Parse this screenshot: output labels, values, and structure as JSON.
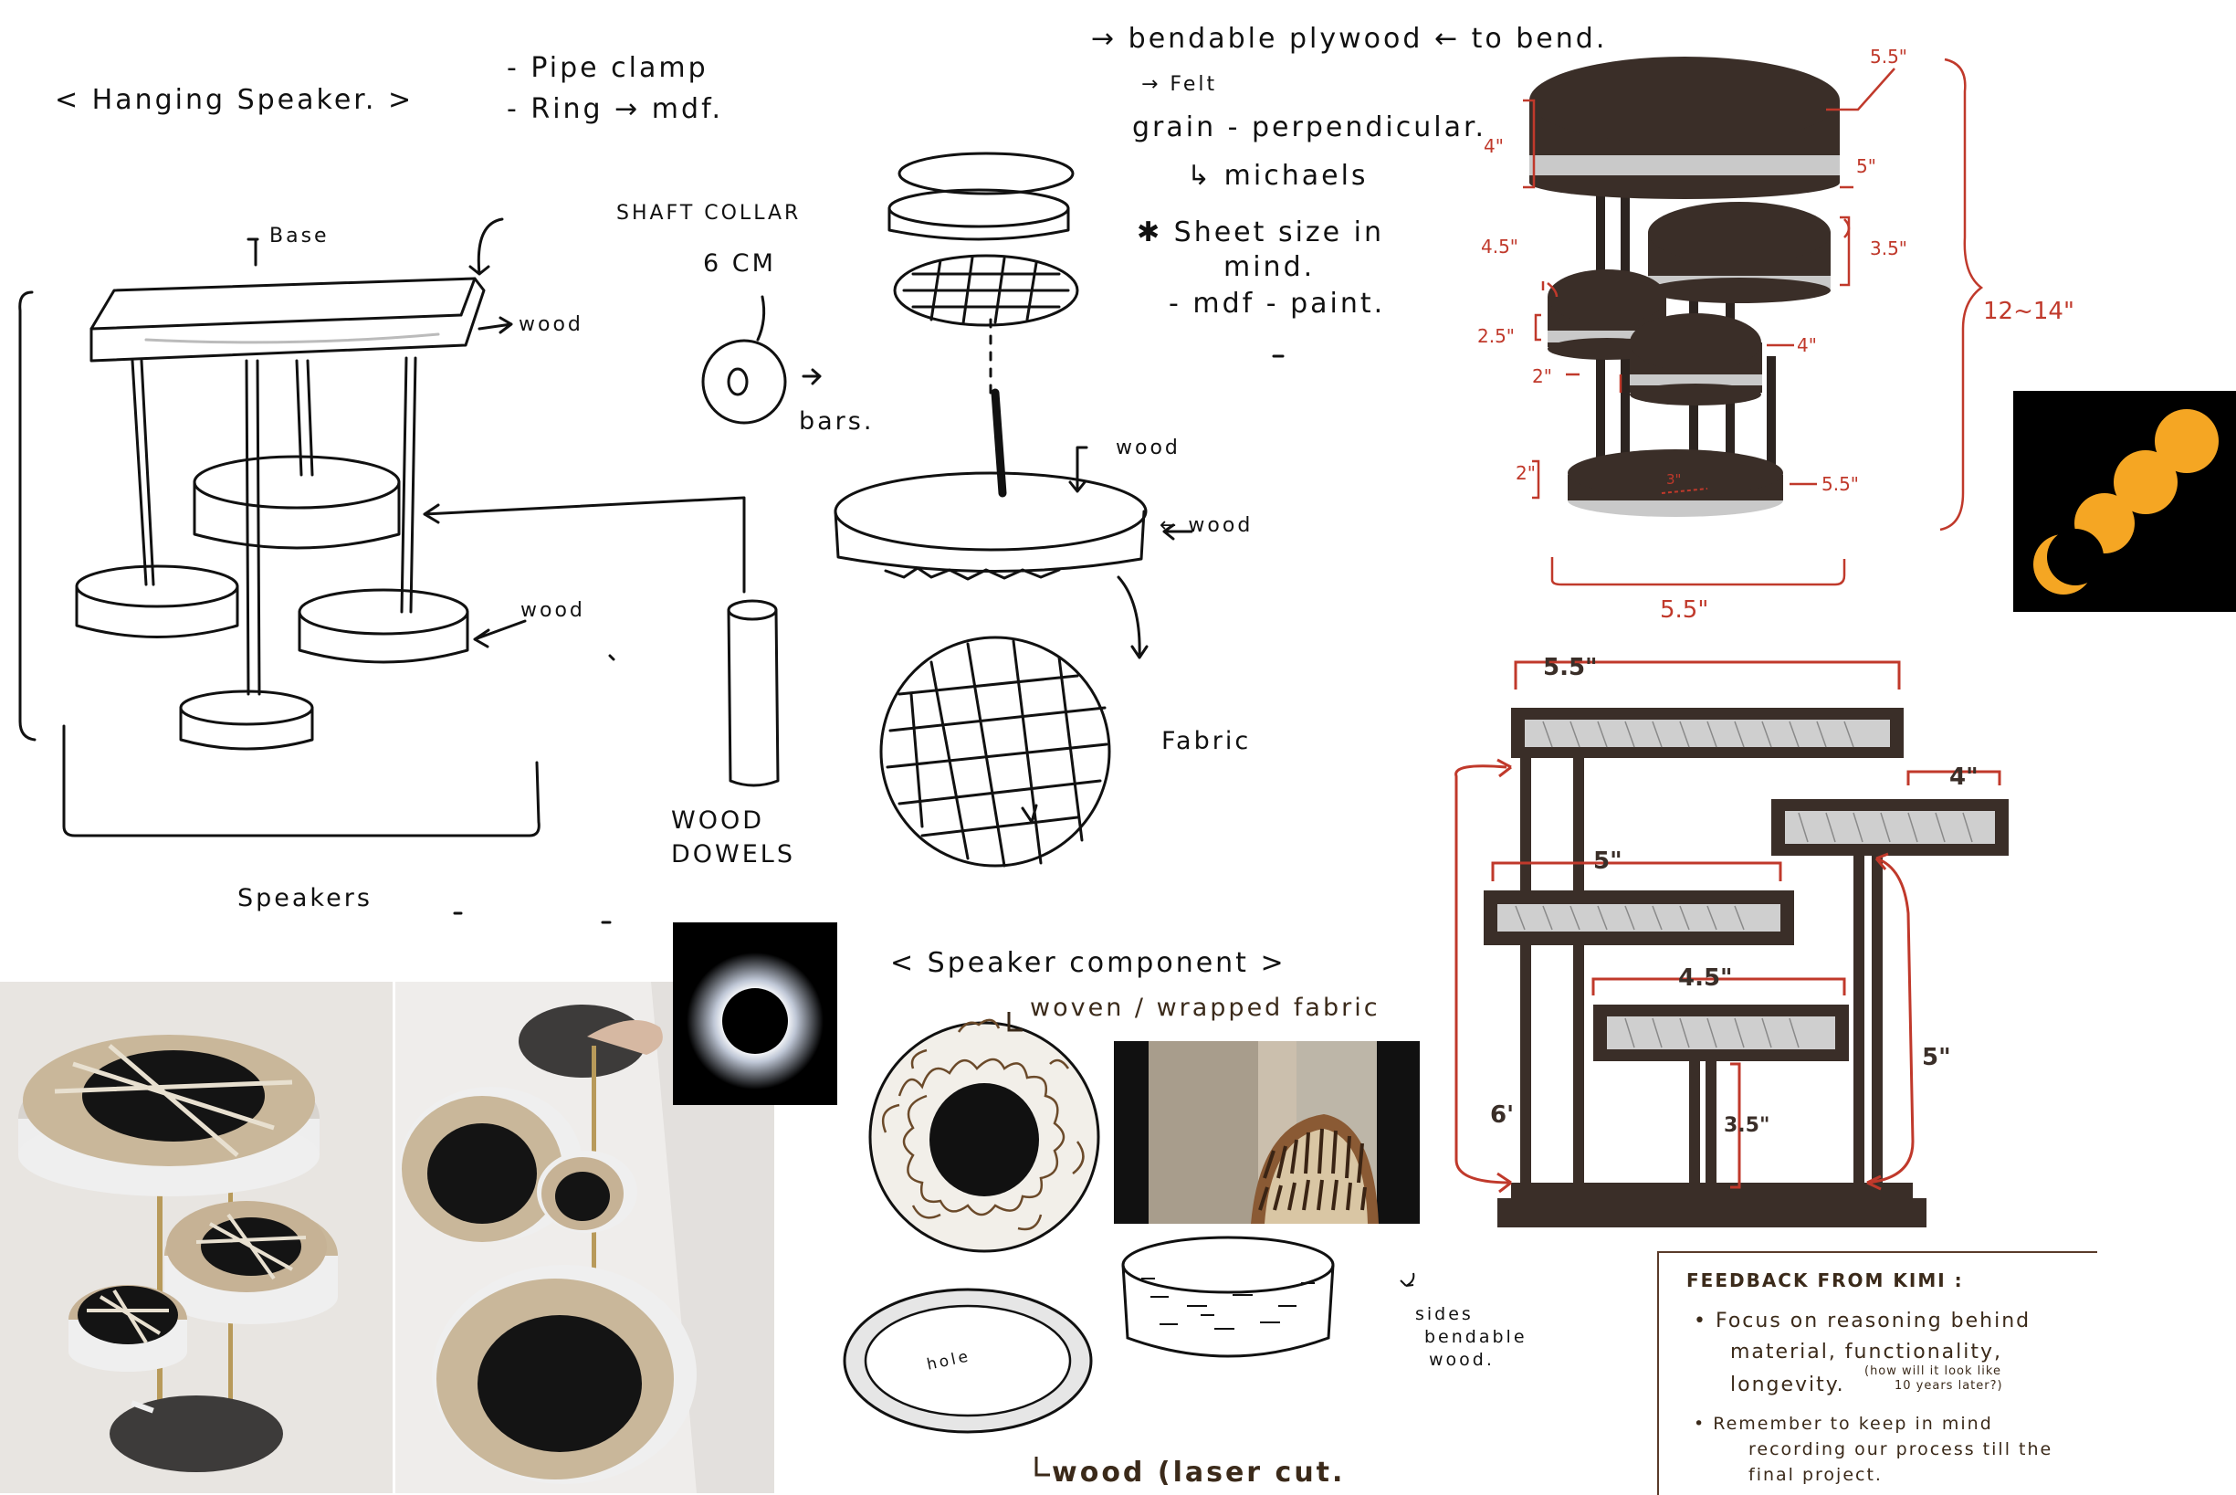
{
  "sketch_left": {
    "title": "< Hanging Speaker. >",
    "note_pipe": "- Pipe clamp",
    "note_ring": "- Ring → mdf.",
    "label_base": "Base",
    "label_shaft": "SHAFT COLLAR",
    "label_wood_top": "wood",
    "label_wood_side": "wood",
    "label_6cm": "6 CM",
    "label_bars": "bars.",
    "label_dowels_1": "WOOD",
    "label_dowels_2": "DOWELS",
    "label_speakers": "Speakers"
  },
  "sketch_middle": {
    "note_plywood": "→ bendable plywood ← to bend.",
    "note_felt": "→ Felt",
    "note_grain": "grain - perpendicular.",
    "note_michaels": "↳ michaels",
    "note_sheet_1": "✱ Sheet size in",
    "note_sheet_2": "mind.",
    "note_mdf": "- mdf - paint.",
    "label_wood_top": "wood",
    "label_wood_side": "← wood",
    "label_fabric": "Fabric"
  },
  "render_3d": {
    "dims": [
      "5.5\"",
      "4\"",
      "5\"",
      "3.5\"",
      "4.5\"",
      "2.5\"",
      "4\"",
      "2\"",
      "2\"",
      "5.5\"",
      "3\"",
      "12~14\"",
      "5.5\""
    ]
  },
  "elevation": {
    "dim_top": "5.5\"",
    "dim_right_top": "4\"",
    "dim_mid": "5\"",
    "dim_low": "4.5\"",
    "dim_left": "6'",
    "dim_right": "5\"",
    "dim_bottom": "3.5\""
  },
  "speaker_component": {
    "title": "< Speaker component >",
    "label_woven": "woven / wrapped fabric",
    "label_hole": "hole",
    "label_laser": "wood (laser cut.",
    "label_sides_1": "sides",
    "label_sides_2": "bendable",
    "label_sides_3": "wood."
  },
  "feedback": {
    "heading": "FEEDBACK FROM KIMI :",
    "b1_l1": "• Focus on reasoning behind",
    "b1_l2": "material, functionality,",
    "b1_l3": "longevity.",
    "b1_small_1": "(how will it look like",
    "b1_small_2": "10 years later?)",
    "b2_l1": "• Remember to keep in mind",
    "b2_l2": "recording our process till the",
    "b2_l3": "final project."
  },
  "colors": {
    "ink": "#111111",
    "dim_red": "#c0392b",
    "wood_dark": "#3a2e28",
    "brown_text": "#3b2a1a",
    "eclipse_orange": "#f5a623"
  }
}
